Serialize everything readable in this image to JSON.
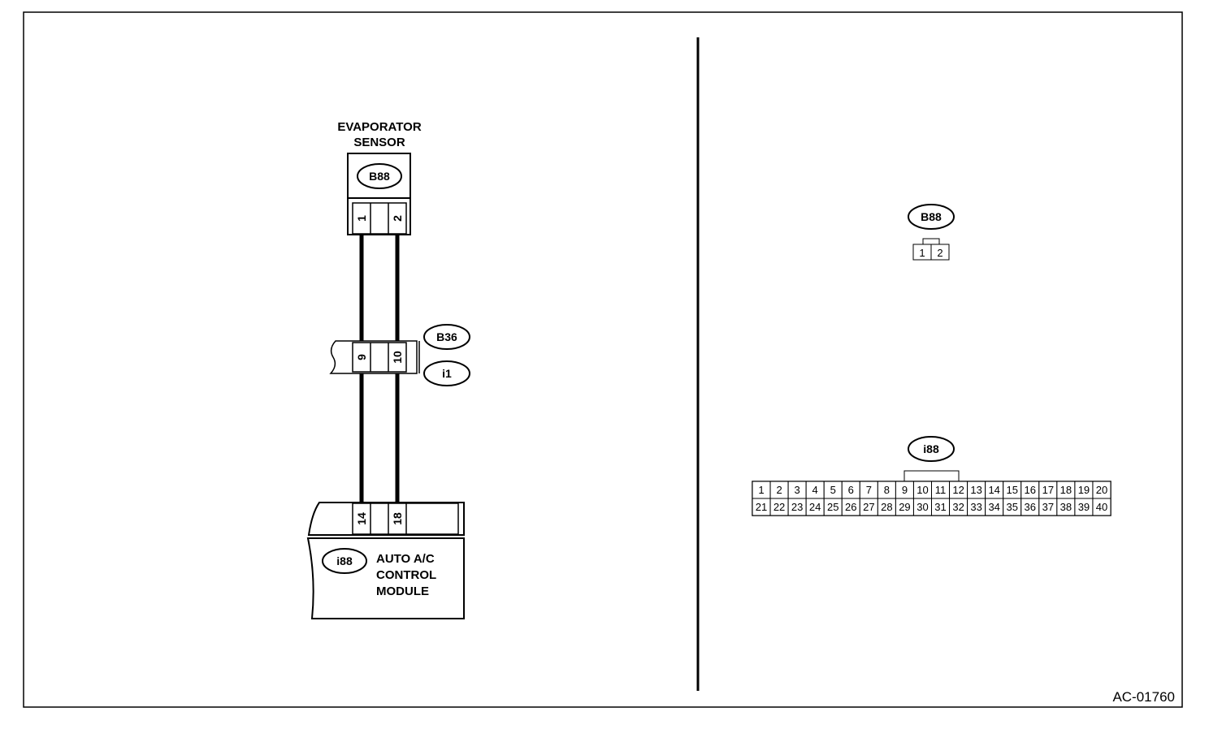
{
  "left": {
    "sensor_title_line1": "EVAPORATOR",
    "sensor_title_line2": "SENSOR",
    "sensor_connector": "B88",
    "sensor_pins": [
      "1",
      "2"
    ],
    "joint_connector_top": "B36",
    "joint_connector_bottom": "i1",
    "joint_pins": [
      "9",
      "10"
    ],
    "module_pins": [
      "14",
      "18"
    ],
    "module_connector": "i88",
    "module_label_line1": "AUTO A/C",
    "module_label_line2": "CONTROL",
    "module_label_line3": "MODULE"
  },
  "right": {
    "b88_connector": "B88",
    "b88_pins": [
      "1",
      "2"
    ],
    "i88_connector": "i88",
    "i88_row1": [
      "1",
      "2",
      "3",
      "4",
      "5",
      "6",
      "7",
      "8",
      "9",
      "10",
      "11",
      "12",
      "13",
      "14",
      "15",
      "16",
      "17",
      "18",
      "19",
      "20"
    ],
    "i88_row2": [
      "21",
      "22",
      "23",
      "24",
      "25",
      "26",
      "27",
      "28",
      "29",
      "30",
      "31",
      "32",
      "33",
      "34",
      "35",
      "36",
      "37",
      "38",
      "39",
      "40"
    ]
  },
  "figure_code": "AC-01760"
}
